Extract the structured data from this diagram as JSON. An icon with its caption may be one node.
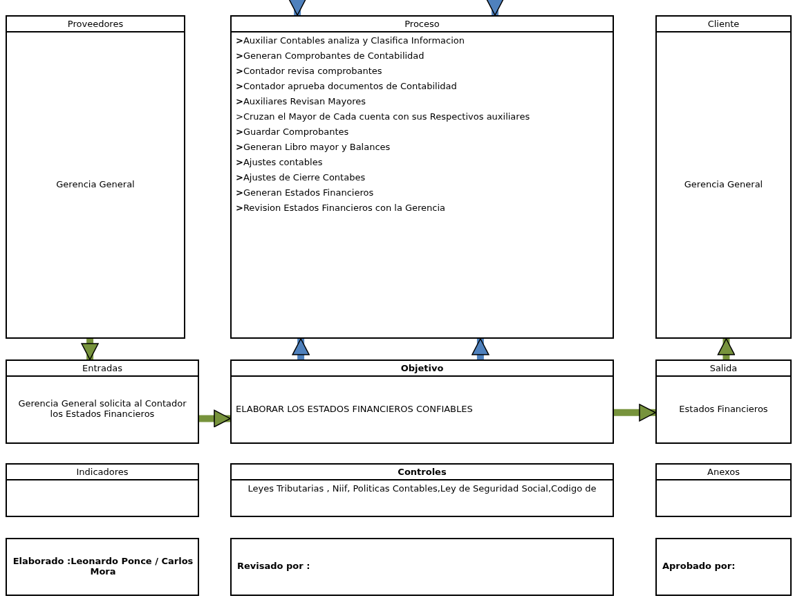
{
  "diagram": {
    "nodes": [
      {
        "text": [
          "Proveedores",
          "Gerencia General"
        ]
      },
      {
        "text": [
          "Proceso",
          "**>**Auxiliar Contables analiza y Clasifica Informacion",
          "**>**Generan Comprobantes de Contabilidad",
          "**>**Contador revisa comprobantes",
          "**>**Contador aprueba documentos de Contabilidad",
          "**>**Auxiliares Revisan Mayores",
          ">Cruzan el Mayor de Cada cuenta con sus Respectivos auxiliares",
          "**>**Guardar Comprobantes",
          "**>**Generan Libro mayor y Balances",
          "**>**Ajustes contables",
          "**>**Ajustes de Cierre Contabes",
          "**>**Generan Estados Financieros",
          "**>**Revision Estados Financieros con la Gerencia"
        ]
      },
      {
        "text": [
          "Cliente",
          "Gerencia General"
        ]
      },
      {
        "text": [
          "Entradas",
          "Gerencia General solicita al Contador los Estados Financieros"
        ]
      },
      {
        "text": [
          "Objetivo",
          "ELABORAR LOS ESTADOS FINANCIEROS CONFIABLES"
        ]
      },
      {
        "text": [
          "Salida",
          "Estados Financieros"
        ]
      },
      {
        "text": [
          "Indicadores"
        ]
      },
      {
        "text": [
          "Controles",
          "Leyes Tributarias , Niif, Politicas Contables,Ley de Seguridad Social,Codigo de"
        ]
      },
      {
        "text": [
          "Anexos"
        ]
      },
      {
        "text": [
          "Elaborado :Leonardo Ponce / Carlos Mora"
        ]
      },
      {
        "text": [
          "Revisado por :"
        ]
      },
      {
        "text": [
          "Aprobado por:"
        ]
      }
    ],
    "edges": [
      {
        "from": null,
        "to": 1,
        "arrow": "to",
        "color": "#4f81bd"
      },
      {
        "from": null,
        "to": 1,
        "arrow": "to",
        "color": "#4f81bd"
      },
      {
        "from": 0,
        "to": 3,
        "arrow": "to",
        "color": "#77933c"
      },
      {
        "from": 3,
        "to": 4,
        "arrow": "to",
        "color": "#77933c"
      },
      {
        "from": 4,
        "to": 5,
        "arrow": "to",
        "color": "#77933c"
      },
      {
        "from": 5,
        "to": 2,
        "arrow": "to",
        "color": "#77933c"
      },
      {
        "from": 4,
        "to": 1,
        "arrow": "to",
        "color": "#4f81bd"
      },
      {
        "from": 4,
        "to": 1,
        "arrow": "to",
        "color": "#4f81bd"
      }
    ]
  }
}
